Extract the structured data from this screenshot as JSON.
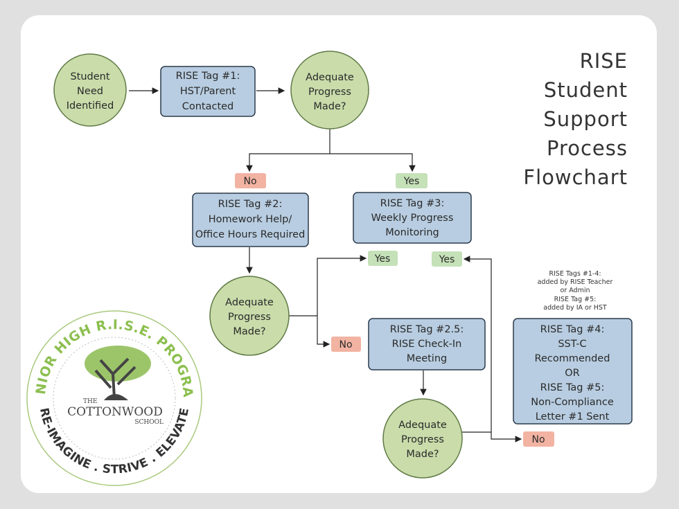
{
  "title": [
    "RISE",
    "Student",
    "Support",
    "Process",
    "Flowchart"
  ],
  "nodes": {
    "start": [
      "Student",
      "Need",
      "Identified"
    ],
    "tag1": [
      "RISE Tag #1:",
      "HST/Parent",
      "Contacted"
    ],
    "decision1": [
      "Adequate",
      "Progress",
      "Made?"
    ],
    "tag2": [
      "RISE Tag #2:",
      "Homework Help/",
      "Office Hours Required"
    ],
    "tag3": [
      "RISE Tag #3:",
      "Weekly Progress",
      "Monitoring"
    ],
    "decision2": [
      "Adequate",
      "Progress",
      "Made?"
    ],
    "tag25": [
      "RISE Tag #2.5:",
      "RISE Check-In",
      "Meeting"
    ],
    "decision3": [
      "Adequate",
      "Progress",
      "Made?"
    ],
    "tag45": [
      "RISE Tag #4:",
      "SST-C",
      "Recommended",
      "OR",
      "RISE Tag #5:",
      "Non-Compliance",
      "Letter #1 Sent"
    ]
  },
  "labels": {
    "no": "No",
    "yes": "Yes"
  },
  "note": [
    "RISE Tags #1-4:",
    "added by RISE Teacher",
    "or Admin",
    "RISE Tag #5:",
    "added by IA or HST"
  ],
  "logo": {
    "top": "JUNIOR HIGH R.I.S.E. PROGRAM",
    "bottom": "RE-IMAGINE . STRIVE . ELEVATE",
    "the": "THE",
    "name": "COTTONWOOD",
    "school": "SCHOOL"
  },
  "colors": {
    "circle": "#c9dcaa",
    "box": "#b8cde1",
    "no": "#f2b3a2",
    "yes": "#c5e1b8",
    "logo_green": "#8cbf4f",
    "logo_teal": "#3aa9b8"
  }
}
